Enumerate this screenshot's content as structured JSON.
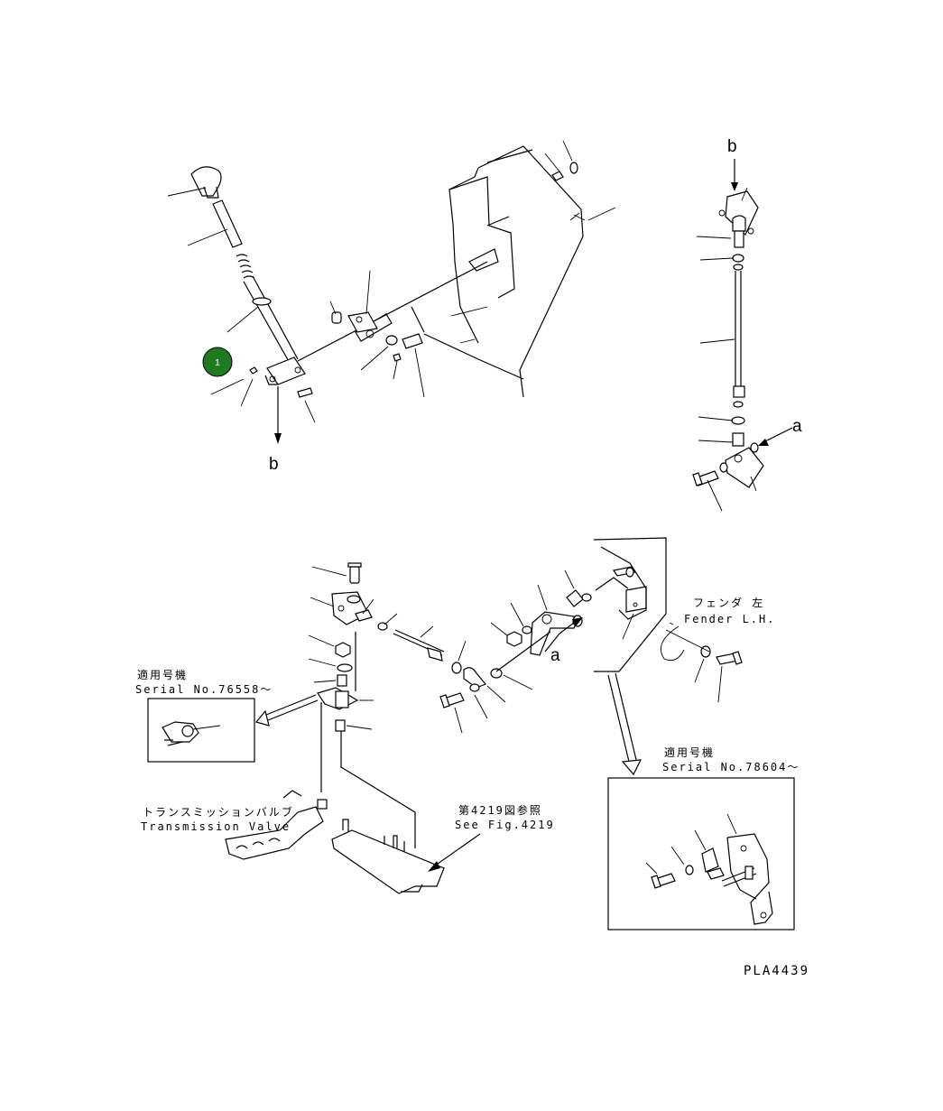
{
  "callout": {
    "number": "1",
    "color": "#1e7a1e"
  },
  "refs": {
    "a_right": "a",
    "b_top": "b",
    "b_left": "b",
    "a_mid": "a"
  },
  "fender": {
    "jp": "フェンダ 左",
    "en": "Fender L.H."
  },
  "serial_box_left": {
    "jp": "適用号機",
    "en": "Serial No.76558～"
  },
  "serial_box_right": {
    "jp": "適用号機",
    "en": "Serial No.78604～"
  },
  "transmission": {
    "jp": "トランスミッションバルブ",
    "en": "Transmission Valve"
  },
  "see_fig": {
    "jp": "第4219図参照",
    "en": "See Fig.4219"
  },
  "drawing_code": "PLA4439"
}
